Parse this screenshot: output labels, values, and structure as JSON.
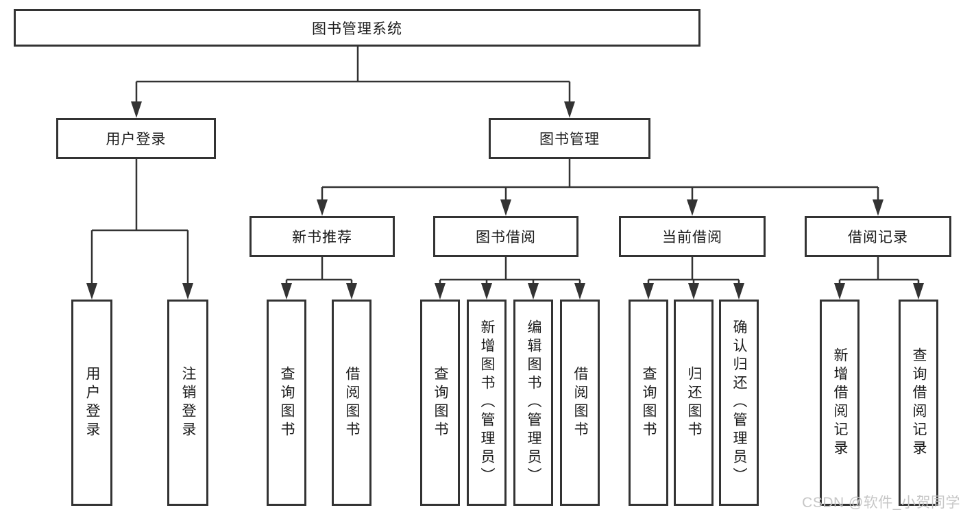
{
  "tree": {
    "label": "图书管理系统",
    "children": [
      {
        "label": "用户登录",
        "children": [
          {
            "label": "用户登录"
          },
          {
            "label": "注销登录"
          }
        ]
      },
      {
        "label": "图书管理",
        "children": [
          {
            "label": "新书推荐",
            "children": [
              {
                "label": "查询图书"
              },
              {
                "label": "借阅图书"
              }
            ]
          },
          {
            "label": "图书借阅",
            "children": [
              {
                "label": "查询图书"
              },
              {
                "label": "新增图书（管理员）"
              },
              {
                "label": "编辑图书（管理员）"
              },
              {
                "label": "借阅图书"
              }
            ]
          },
          {
            "label": "当前借阅",
            "children": [
              {
                "label": "查询图书"
              },
              {
                "label": "归还图书"
              },
              {
                "label": "确认归还（管理员）"
              }
            ]
          },
          {
            "label": "借阅记录",
            "children": [
              {
                "label": "新增借阅记录"
              },
              {
                "label": "查询借阅记录"
              }
            ]
          }
        ]
      }
    ]
  },
  "watermark": {
    "text": "CSDN @软件_小贺同学"
  },
  "colors": {
    "line": "#333333",
    "box_border": "#333333",
    "text": "#1c1c1c",
    "watermark": "#c3c3c3",
    "background": "#ffffff"
  }
}
